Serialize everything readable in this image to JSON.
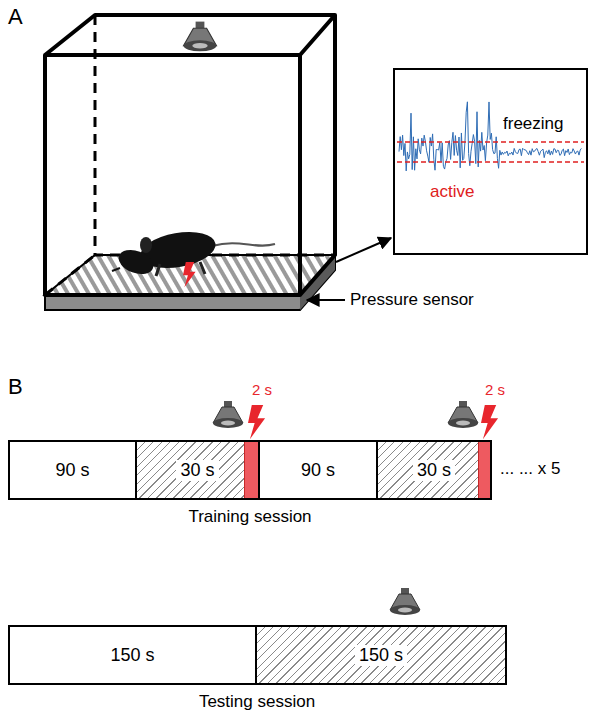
{
  "diagram": {
    "nodes": [
      {
        "text": [
          "active",
          "freezing"
        ]
      },
      {
        "text": [
          "90 s"
        ]
      },
      {
        "text": [
          "30 s"
        ]
      },
      {
        "text": [
          "90 s"
        ]
      },
      {
        "text": [
          "30 s"
        ]
      },
      {
        "text": [
          "150 s"
        ]
      },
      {
        "text": [
          "150 s"
        ]
      }
    ],
    "labels": [
      "A",
      "Pressure sensor",
      "B",
      "2 s",
      "2 s",
      "... ... x 5",
      "Training session",
      "Testing session"
    ]
  }
}
